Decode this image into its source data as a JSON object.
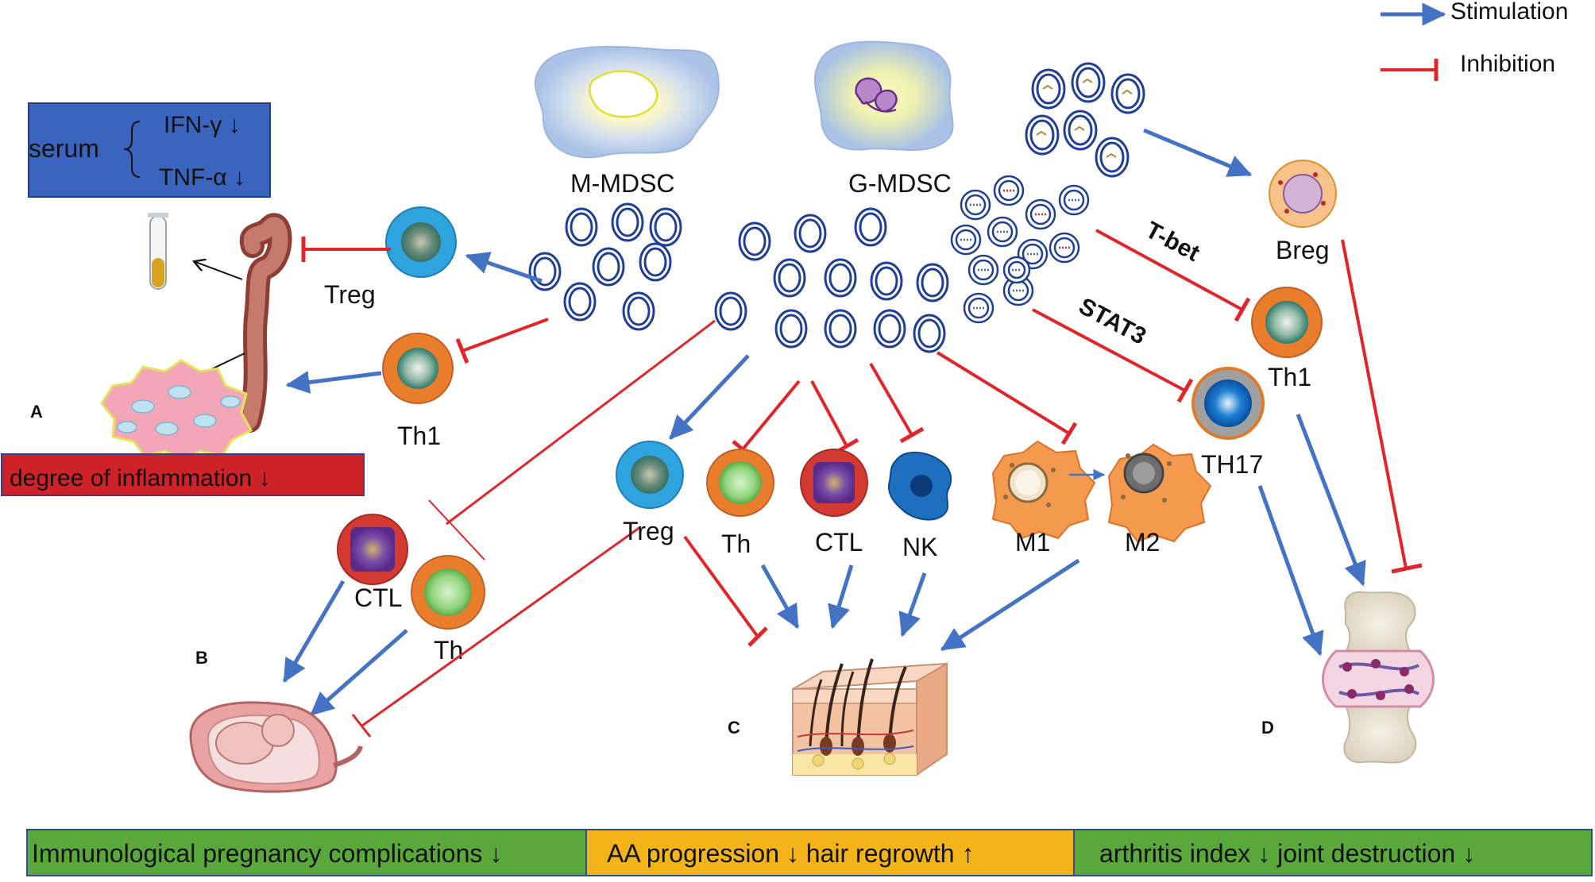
{
  "legend": {
    "stimulation": "Stimulation",
    "inhibition": "Inhibition"
  },
  "serum_box": {
    "label": "serum",
    "ifn": "IFN-γ ↓",
    "tnf": "TNF-α ↓"
  },
  "inflammation_box": "degree of inflammation ↓",
  "panels": {
    "a": "A",
    "b": "B",
    "c": "C",
    "d": "D"
  },
  "mdsc": {
    "monocytic": "M-MDSC",
    "granulocytic": "G-MDSC"
  },
  "cells": {
    "treg_a": "Treg",
    "th1_a": "Th1",
    "ctl_b": "CTL",
    "th_b": "Th",
    "treg_c": "Treg",
    "th_c": "Th",
    "ctl_c": "CTL",
    "nk_c": "NK",
    "m1_c": "M1",
    "m2_c": "M2",
    "breg_d": "Breg",
    "th1_d": "Th1",
    "th17_d": "TH17"
  },
  "pathway_labels": {
    "tbet": "T-bet",
    "stat3": "STAT3"
  },
  "bottom_bar": {
    "pregnancy": "Immunological pregnancy complications ↓",
    "aa": "AA progression  ↓  hair regrowth  ↑",
    "arthritis": "arthritis index ↓  joint destruction ↓"
  },
  "colors": {
    "stimulation": "#4472c4",
    "inhibition": "#e0262a",
    "serum_box": "#3a64be",
    "inflammation_box": "#cc2228",
    "green_box": "#5aa83c",
    "orange_box": "#f2b418",
    "mdsc_ring": "#1f3f94"
  }
}
